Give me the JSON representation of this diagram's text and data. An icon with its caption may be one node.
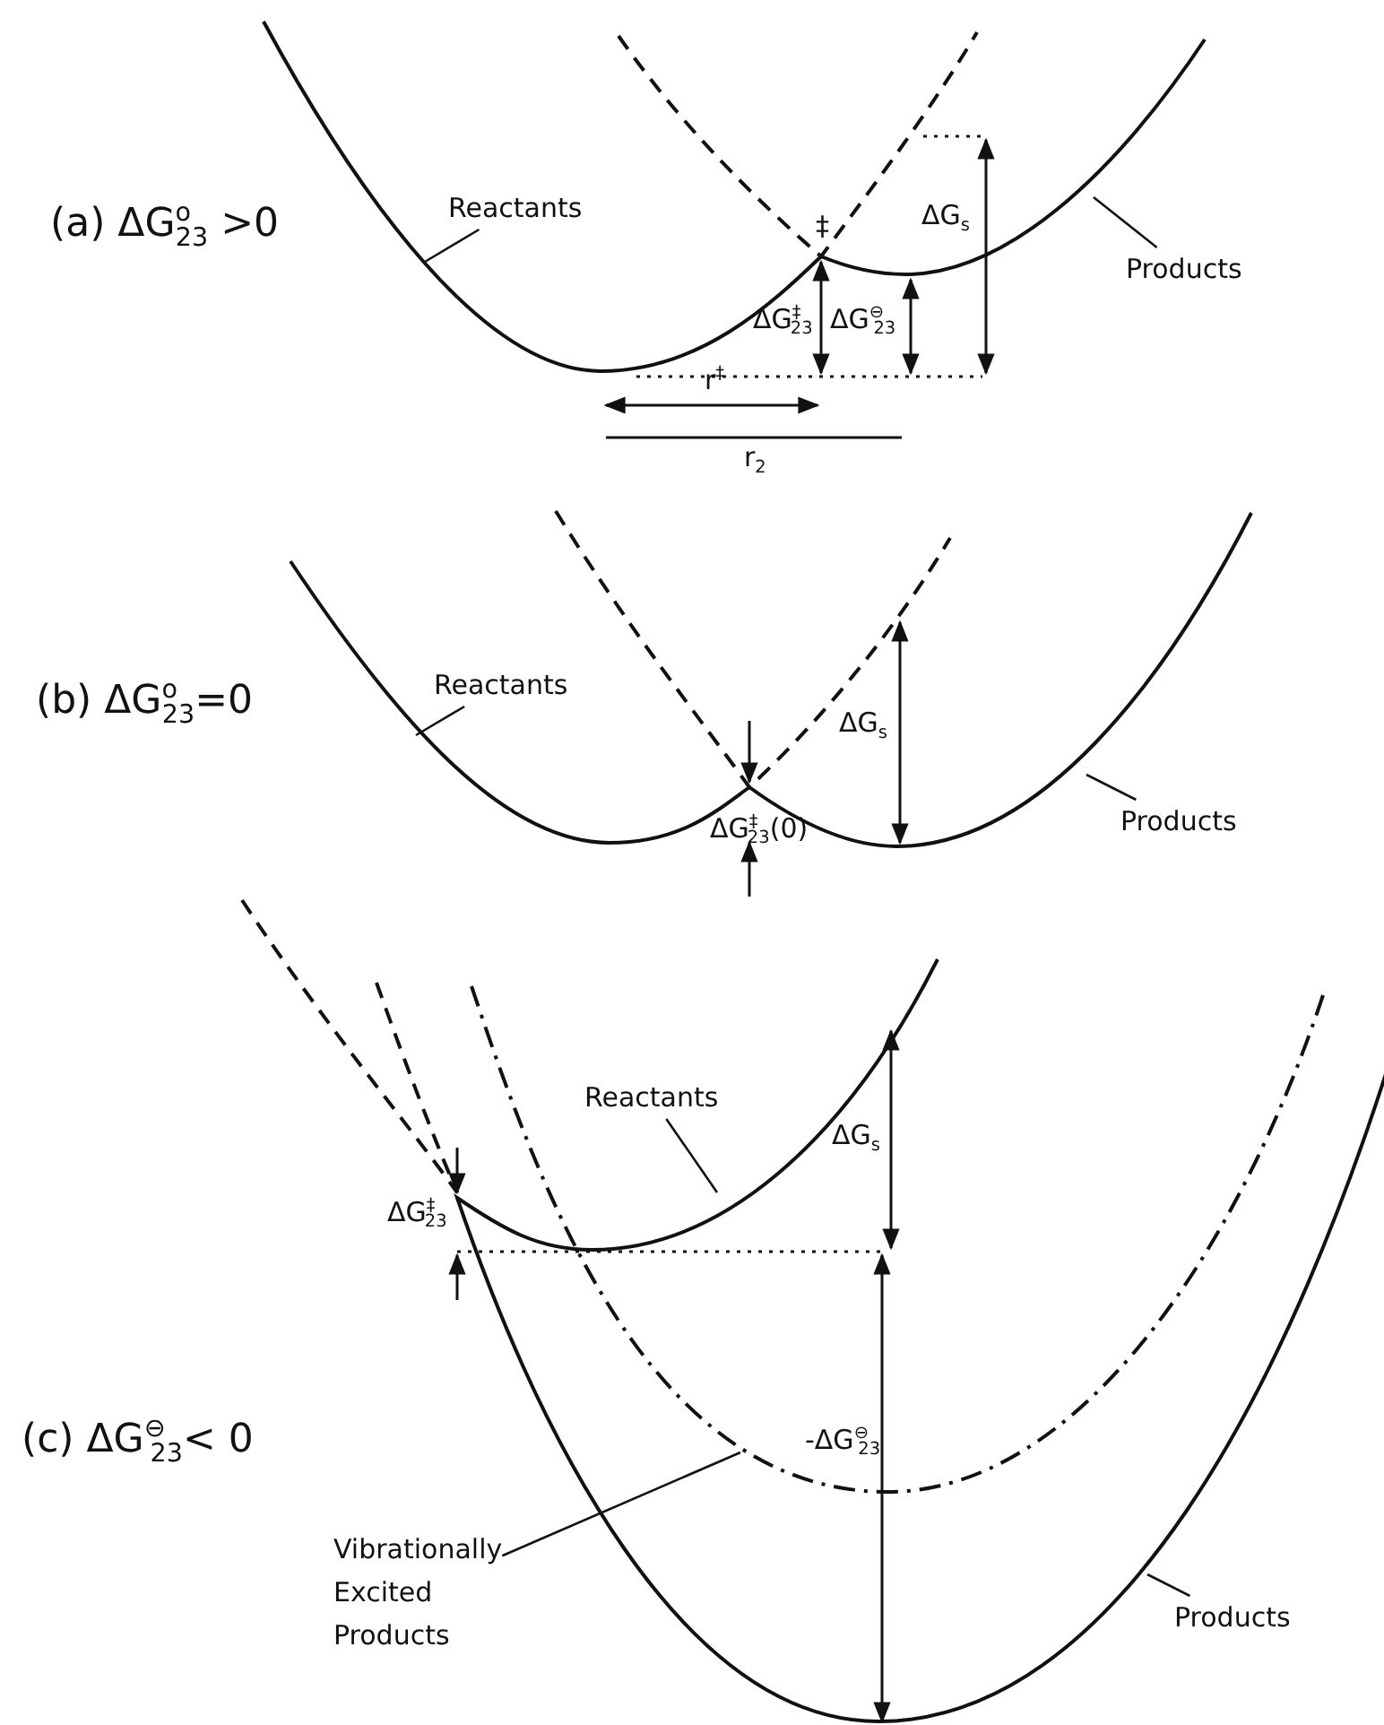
{
  "diagram": {
    "nodes": [
      {
        "text": [
          "Reactants"
        ]
      },
      {
        "text": [
          "Products"
        ]
      },
      {
        "text": [
          "Reactants"
        ]
      },
      {
        "text": [
          "Products"
        ]
      },
      {
        "text": [
          "Reactants"
        ]
      },
      {
        "text": [
          "Vibrationally Excited Products"
        ]
      },
      {
        "text": [
          "Products"
        ]
      }
    ],
    "edges": [
      {
        "from": 0,
        "to": null,
        "arrow": "none"
      },
      {
        "from": 1,
        "to": null,
        "arrow": "none"
      },
      {
        "from": 2,
        "to": null,
        "arrow": "none"
      },
      {
        "from": 3,
        "to": null,
        "arrow": "none"
      },
      {
        "from": 4,
        "to": null,
        "arrow": "none"
      },
      {
        "from": 5,
        "to": null,
        "arrow": "none"
      },
      {
        "from": 6,
        "to": null,
        "arrow": "none"
      }
    ],
    "labels": [
      "(a) ΔG$^{o}$$_{23}$ >0",
      "‡",
      "ΔG$_{s}$",
      "ΔG$^{‡}$$_{23}$",
      "ΔG$^{⊖}$$_{23}$",
      "r$^{‡}$",
      "r$_{2}$",
      "(b) ΔG$^{o}$$_{23}$=0",
      "ΔG$_{s}$",
      "ΔG$^{‡}$$_{23}$(0)",
      "ΔG$_{s}$",
      "ΔG$^{‡}$$_{23}$",
      "(c) ΔG$^{⊖}$$_{23}$< 0",
      "-ΔG$^{⊖}$$_{23}$"
    ]
  }
}
